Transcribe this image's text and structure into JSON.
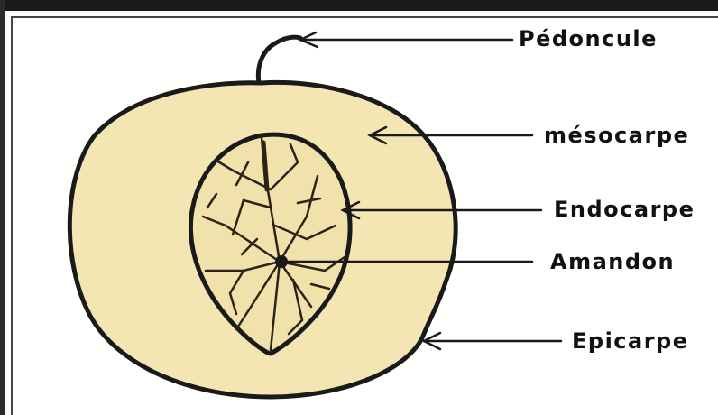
{
  "labels": {
    "pedoncule": "Pédoncule",
    "mesocarpe": "mésocarpe",
    "endocarpe": "Endocarpe",
    "amandon": "Amandon",
    "epicarpe": "Epicarpe"
  },
  "colors": {
    "flesh": "#f3e6b2",
    "outline": "#1a1a1a",
    "vein": "#2b2416"
  }
}
